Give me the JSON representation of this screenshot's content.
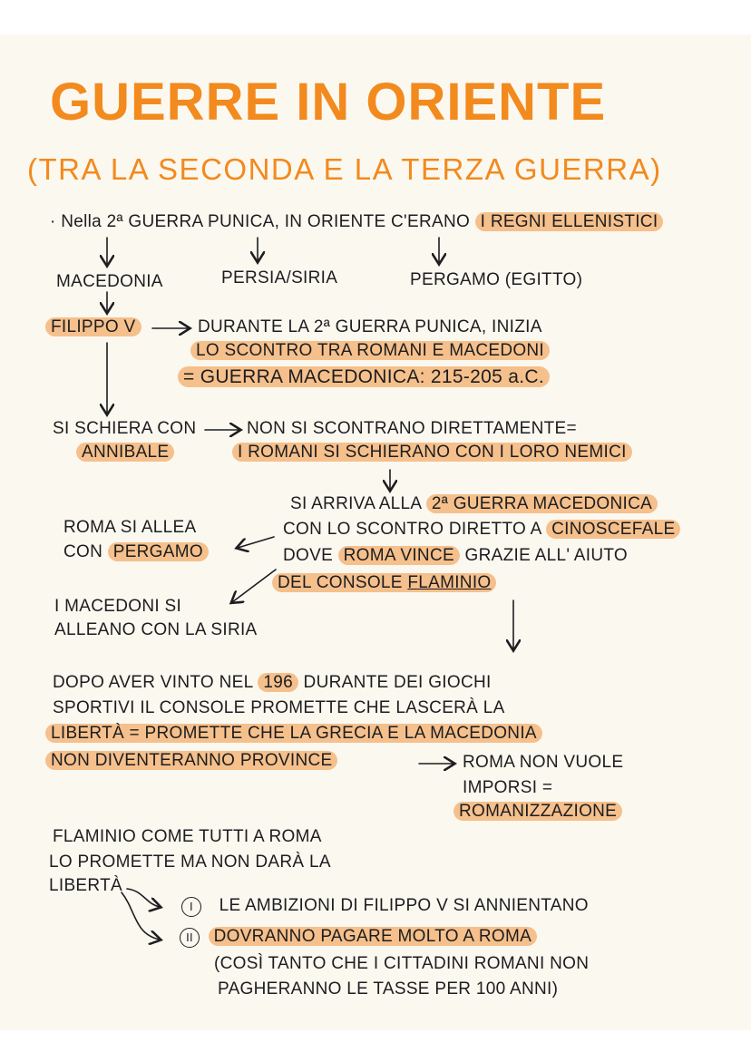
{
  "title": "GUERRE IN ORIENTE",
  "subtitle": "(TRA LA SECONDA E LA TERZA GUERRA)",
  "intro": {
    "prefix": "· Nella 2ª GUERRA PUNICA, IN ORIENTE C'ERANO",
    "highlight": "I REGNI ELLENISTICI"
  },
  "kingdoms": {
    "macedonia": "MACEDONIA",
    "persia": "PERSIA/SIRIA",
    "pergamo": "PERGAMO (EGITTO)"
  },
  "filippo": {
    "name": "FILIPPO V",
    "line1": "DURANTE LA 2ª GUERRA PUNICA, INIZIA",
    "line2": "LO SCONTRO TRA ROMANI E MACEDONI",
    "line3": "= GUERRA MACEDONICA: 215-205 a.C."
  },
  "alliance": {
    "left1": "SI SCHIERA CON",
    "left2": "ANNIBALE",
    "right1": "NON SI SCONTRANO DIRETTAMENTE=",
    "right2": "I ROMANI SI SCHIERANO CON I LORO NEMICI"
  },
  "second_war": {
    "line1_prefix": "SI ARRIVA ALLA",
    "line1_hl": "2ª GUERRA MACEDONICA",
    "line2_prefix": "CON LO SCONTRO DIRETTO A",
    "line2_hl": "CINOSCEFALE",
    "line3_prefix": "DOVE",
    "line3_hl": "ROMA VINCE",
    "line3_suffix": "GRAZIE ALL' AIUTO",
    "line4_a": "DEL CONSOLE",
    "line4_b": "FLAMINIO"
  },
  "roma_allea": {
    "line1": "ROMA SI ALLEA",
    "line2_prefix": "CON",
    "line2_hl": "PERGAMO"
  },
  "macedoni_alleano": {
    "line1": "I MACEDONI SI",
    "line2": "ALLEANO CON LA SIRIA"
  },
  "dopo": {
    "line1_a": "DOPO AVER VINTO NEL",
    "line1_hl": "196",
    "line1_b": "DURANTE DEI GIOCHI",
    "line2": "SPORTIVI IL CONSOLE PROMETTE CHE LASCERÀ LA",
    "line3": "LIBERTÀ = PROMETTE CHE LA GRECIA E LA MACEDONIA",
    "line4": "NON DIVENTERANNO PROVINCE",
    "right1": "ROMA NON VUOLE",
    "right2": "IMPORSI =",
    "right3": "ROMANIZZAZIONE"
  },
  "flaminio": {
    "line1": "FLAMINIO COME TUTTI A ROMA",
    "line2": "LO PROMETTE MA NON DARÀ LA",
    "line3": "LIBERTÀ",
    "point1_num": "I",
    "point1": "LE AMBIZIONI DI FILIPPO V SI ANNIENTANO",
    "point2_num": "II",
    "point2": "DOVRANNO PAGARE MOLTO A ROMA",
    "note1": "(COSÌ TANTO CHE I CITTADINI ROMANI NON",
    "note2": "PAGHERANNO LE TASSE PER 100 ANNI)"
  }
}
